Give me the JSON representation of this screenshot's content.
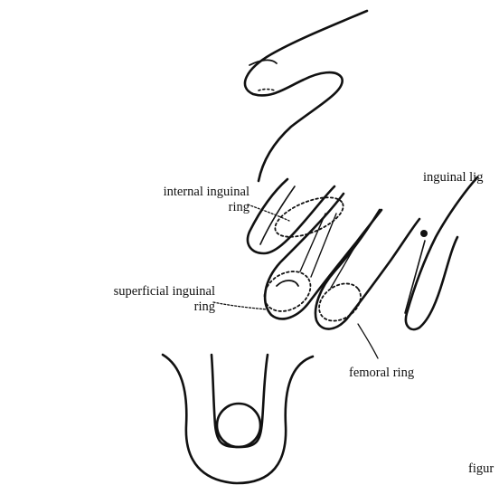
{
  "labels": {
    "internal_ring_line1": "internal inguinal",
    "internal_ring_line2": "ring",
    "inguinal_ligament": "inguinal lig",
    "superficial_ring_line1": "superficial inguinal",
    "superficial_ring_line2": "ring",
    "femoral_ring": "femoral ring",
    "figure_caption": "figur"
  },
  "colors": {
    "ink": "#111111",
    "background": "#ffffff"
  }
}
